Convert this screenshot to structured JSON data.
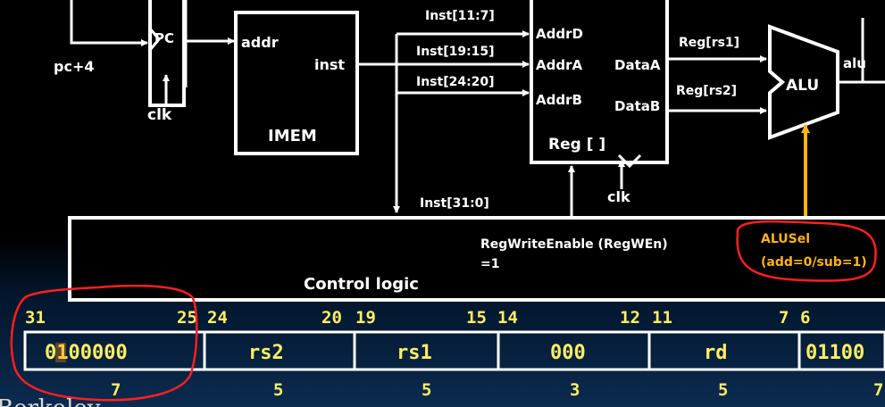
{
  "pc_label": "PC",
  "pc_plus4": "pc+4",
  "clk_pc": "clk",
  "imem": {
    "addr": "addr",
    "inst": "inst",
    "name": "IMEM"
  },
  "wires": {
    "inst_11_7": "Inst[11:7]",
    "inst_19_15": "Inst[19:15]",
    "inst_24_20": "Inst[24:20]",
    "inst_31_0": "Inst[31:0]"
  },
  "reg": {
    "addr_d": "AddrD",
    "addr_a": "AddrA",
    "addr_b": "AddrB",
    "data_a": "DataA",
    "data_b": "DataB",
    "name": "Reg [ ]",
    "clk": "clk"
  },
  "alu": {
    "name": "ALU",
    "in_a": "Reg[rs1]",
    "in_b": "Reg[rs2]",
    "out": "alu"
  },
  "control": {
    "name": "Control logic",
    "regwen_line1": "RegWriteEnable (RegWEn)",
    "regwen_line2": "=1",
    "alusel_line1": "ALUSel",
    "alusel_line2": "(add=0/sub=1)"
  },
  "encoding": {
    "bit_positions": [
      "31",
      "25",
      "24",
      "20",
      "19",
      "15",
      "14",
      "12",
      "11",
      "7",
      "6"
    ],
    "fields": [
      "0100000",
      "rs2",
      "rs1",
      "000",
      "rd",
      "01100"
    ],
    "widths": [
      "7",
      "5",
      "5",
      "3",
      "5",
      "7"
    ]
  },
  "footer": "Berkeley",
  "colors": {
    "background": "#000000",
    "encoding_text": "#ffef63",
    "annotation": "#ff2020",
    "alusel": "#ffb31a",
    "highlight_bit": "#ff8c00"
  }
}
